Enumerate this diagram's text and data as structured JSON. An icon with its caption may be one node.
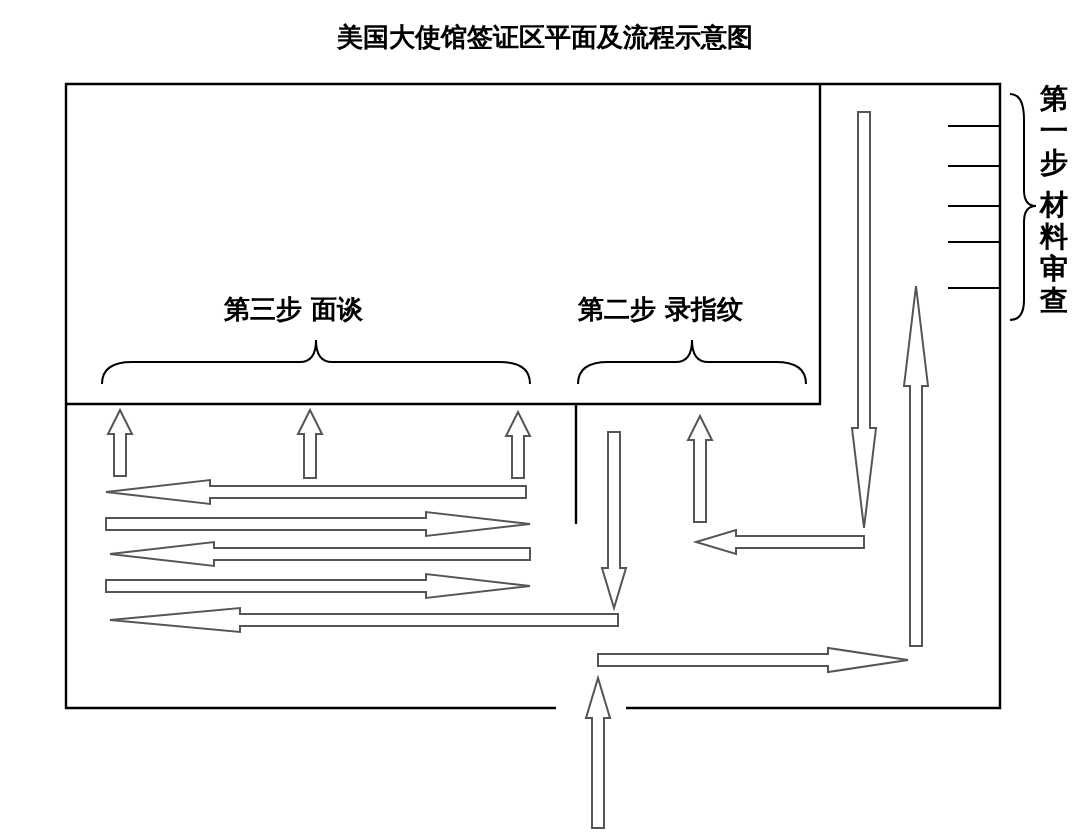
{
  "diagram": {
    "title": "美国大使馆签证区平面及流程示意图",
    "labels": [
      "第一步",
      "材料审查",
      "第三步 面谈",
      "第二步 录指纹"
    ]
  }
}
